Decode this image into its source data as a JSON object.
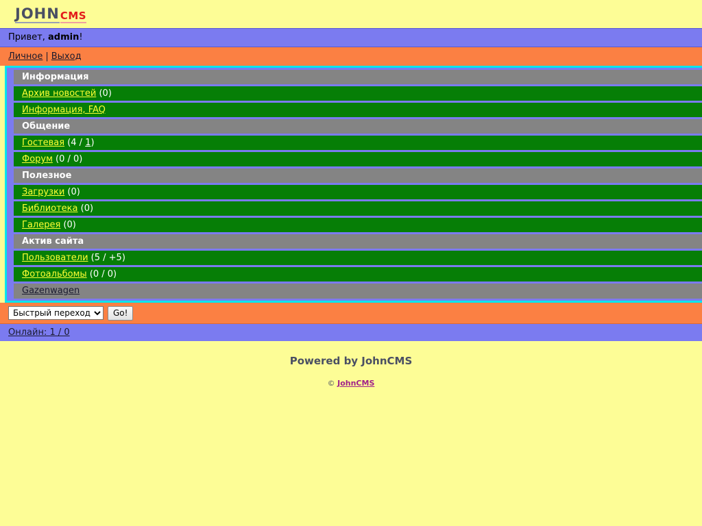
{
  "site": {
    "logo_primary": "JOHN",
    "logo_accent": "CMS"
  },
  "greeting": {
    "text": "Привет, ",
    "user": "admin",
    "suffix": "!"
  },
  "topnav": {
    "items": [
      {
        "label": "Личное"
      },
      {
        "label": "Выход"
      }
    ],
    "separator": "|"
  },
  "menu": {
    "sections": [
      {
        "title": "Информация",
        "rows": [
          {
            "label": "Архив новостей",
            "count_pre": " (",
            "count": "0",
            "count_post": ")",
            "count_link": null
          },
          {
            "label": "Информация, FAQ",
            "count_pre": "",
            "count": "",
            "count_post": "",
            "count_link": null
          }
        ]
      },
      {
        "title": "Общение",
        "rows": [
          {
            "label": "Гостевая",
            "count_pre": " (4 / ",
            "count": "1",
            "count_post": ")",
            "count_link": "1"
          },
          {
            "label": "Форум",
            "count_pre": " (0 / 0)",
            "count": "",
            "count_post": "",
            "count_link": null
          }
        ]
      },
      {
        "title": "Полезное",
        "rows": [
          {
            "label": "Загрузки",
            "count_pre": " (0)",
            "count": "",
            "count_post": "",
            "count_link": null
          },
          {
            "label": "Библиотека",
            "count_pre": " (0)",
            "count": "",
            "count_post": "",
            "count_link": null
          },
          {
            "label": "Галерея",
            "count_pre": " (0)",
            "count": "",
            "count_post": "",
            "count_link": null
          }
        ]
      },
      {
        "title": "Актив сайта",
        "rows": [
          {
            "label": "Пользователи",
            "count_pre": " (5 / +5)",
            "count": "",
            "count_post": "",
            "count_link": null
          },
          {
            "label": "Фотоальбомы",
            "count_pre": " (0 / 0)",
            "count": "",
            "count_post": "",
            "count_link": null
          }
        ]
      }
    ],
    "extra_link": "Gazenwagen"
  },
  "quickjump": {
    "selected": "Быстрый переход",
    "options": [
      "Быстрый переход"
    ],
    "button_label": "Go!"
  },
  "online": {
    "label": "Онлайн: 1 / 0"
  },
  "footer": {
    "powered": "Powered by JohnCMS",
    "copy_symbol": "©",
    "copy_link": "JohnCMS"
  },
  "colors": {
    "page_bg": "#fdfd96",
    "purple": "#7b7bf0",
    "orange": "#fb8043",
    "cyan": "#00e5ee",
    "green": "#067e06",
    "gray": "#848484",
    "link_yellow": "#ffff33",
    "accent_red": "#e31a1a"
  }
}
